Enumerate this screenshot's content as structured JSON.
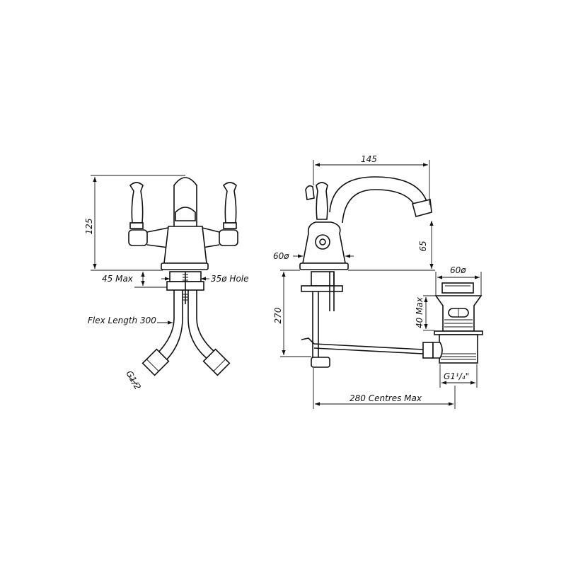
{
  "drawing": {
    "front_view": {
      "height_dim": "125",
      "deck_thickness_dim": "45 Max",
      "hole_dim": "35ø Hole",
      "flex_dim": "Flex Length 300",
      "connector_dim": "G1/2"
    },
    "side_view": {
      "spout_reach_dim": "145",
      "base_dia_dim": "60ø",
      "spout_height_dim": "65",
      "shank_length_dim": "270",
      "centres_dim": "280  Centres Max"
    },
    "waste_view": {
      "flange_dia_dim": "60ø",
      "depth_dim": "40 Max",
      "thread_dim": "G1¹/₄\""
    }
  }
}
